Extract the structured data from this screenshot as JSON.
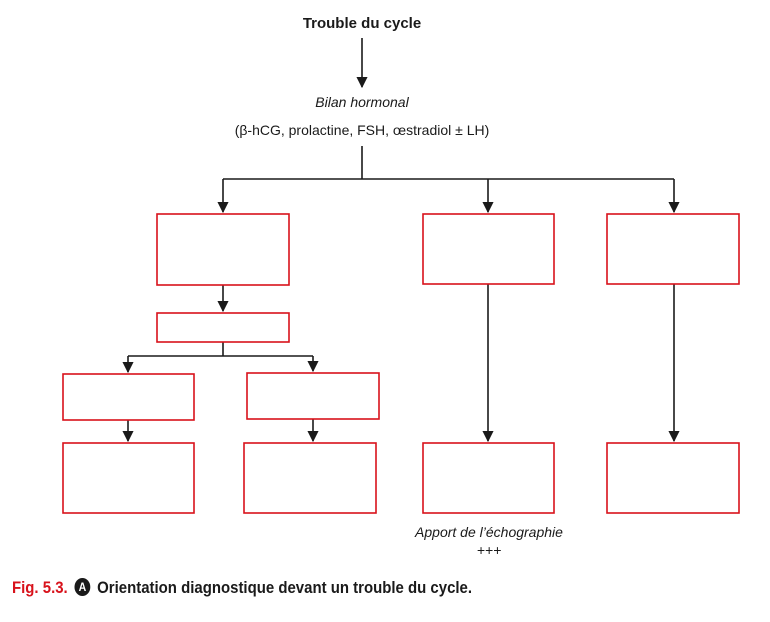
{
  "diagram": {
    "title": "Trouble du cycle",
    "assessment_label": "Bilan hormonal",
    "assessment_detail": "(β-hCG, prolactine, FSH, œstradiol ± LH)",
    "ultrasound_note": "Apport de l’échographie +++",
    "box_border_color": "#d8121b",
    "line_color": "#1a1a1a"
  },
  "caption": {
    "figure_label": "Fig. 5.3.",
    "badge_letter": "A",
    "text": "Orientation diagnostique devant un trouble du cycle."
  }
}
